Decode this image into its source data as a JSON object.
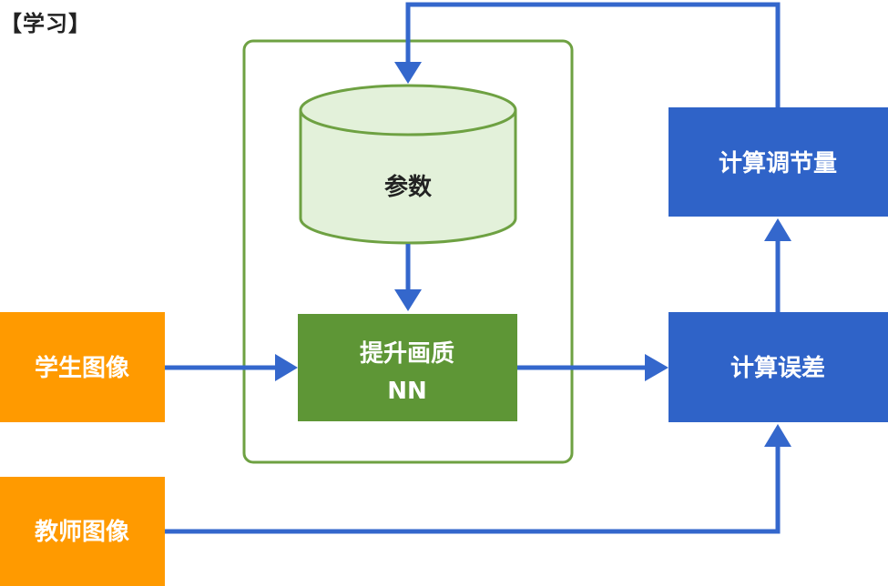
{
  "title": "【学习】",
  "nodes": {
    "student_image": {
      "label": "学生图像"
    },
    "teacher_image": {
      "label": "教师图像"
    },
    "parameters": {
      "label": "参数"
    },
    "enhance_nn": {
      "line1": "提升画质",
      "line2": "NN"
    },
    "compute_error": {
      "label": "计算误差"
    },
    "compute_adjustment": {
      "label": "计算调节量"
    }
  },
  "colors": {
    "orange": "#FF9A00",
    "blue": "#2F63C8",
    "green": "#5E9636",
    "cylinder_fill": "#E3F1DA",
    "cylinder_stroke": "#6EA142",
    "group_border": "#6EA142",
    "arrow": "#3467CC",
    "white_text": "#FFFFFF",
    "dark_text": "#222222"
  }
}
